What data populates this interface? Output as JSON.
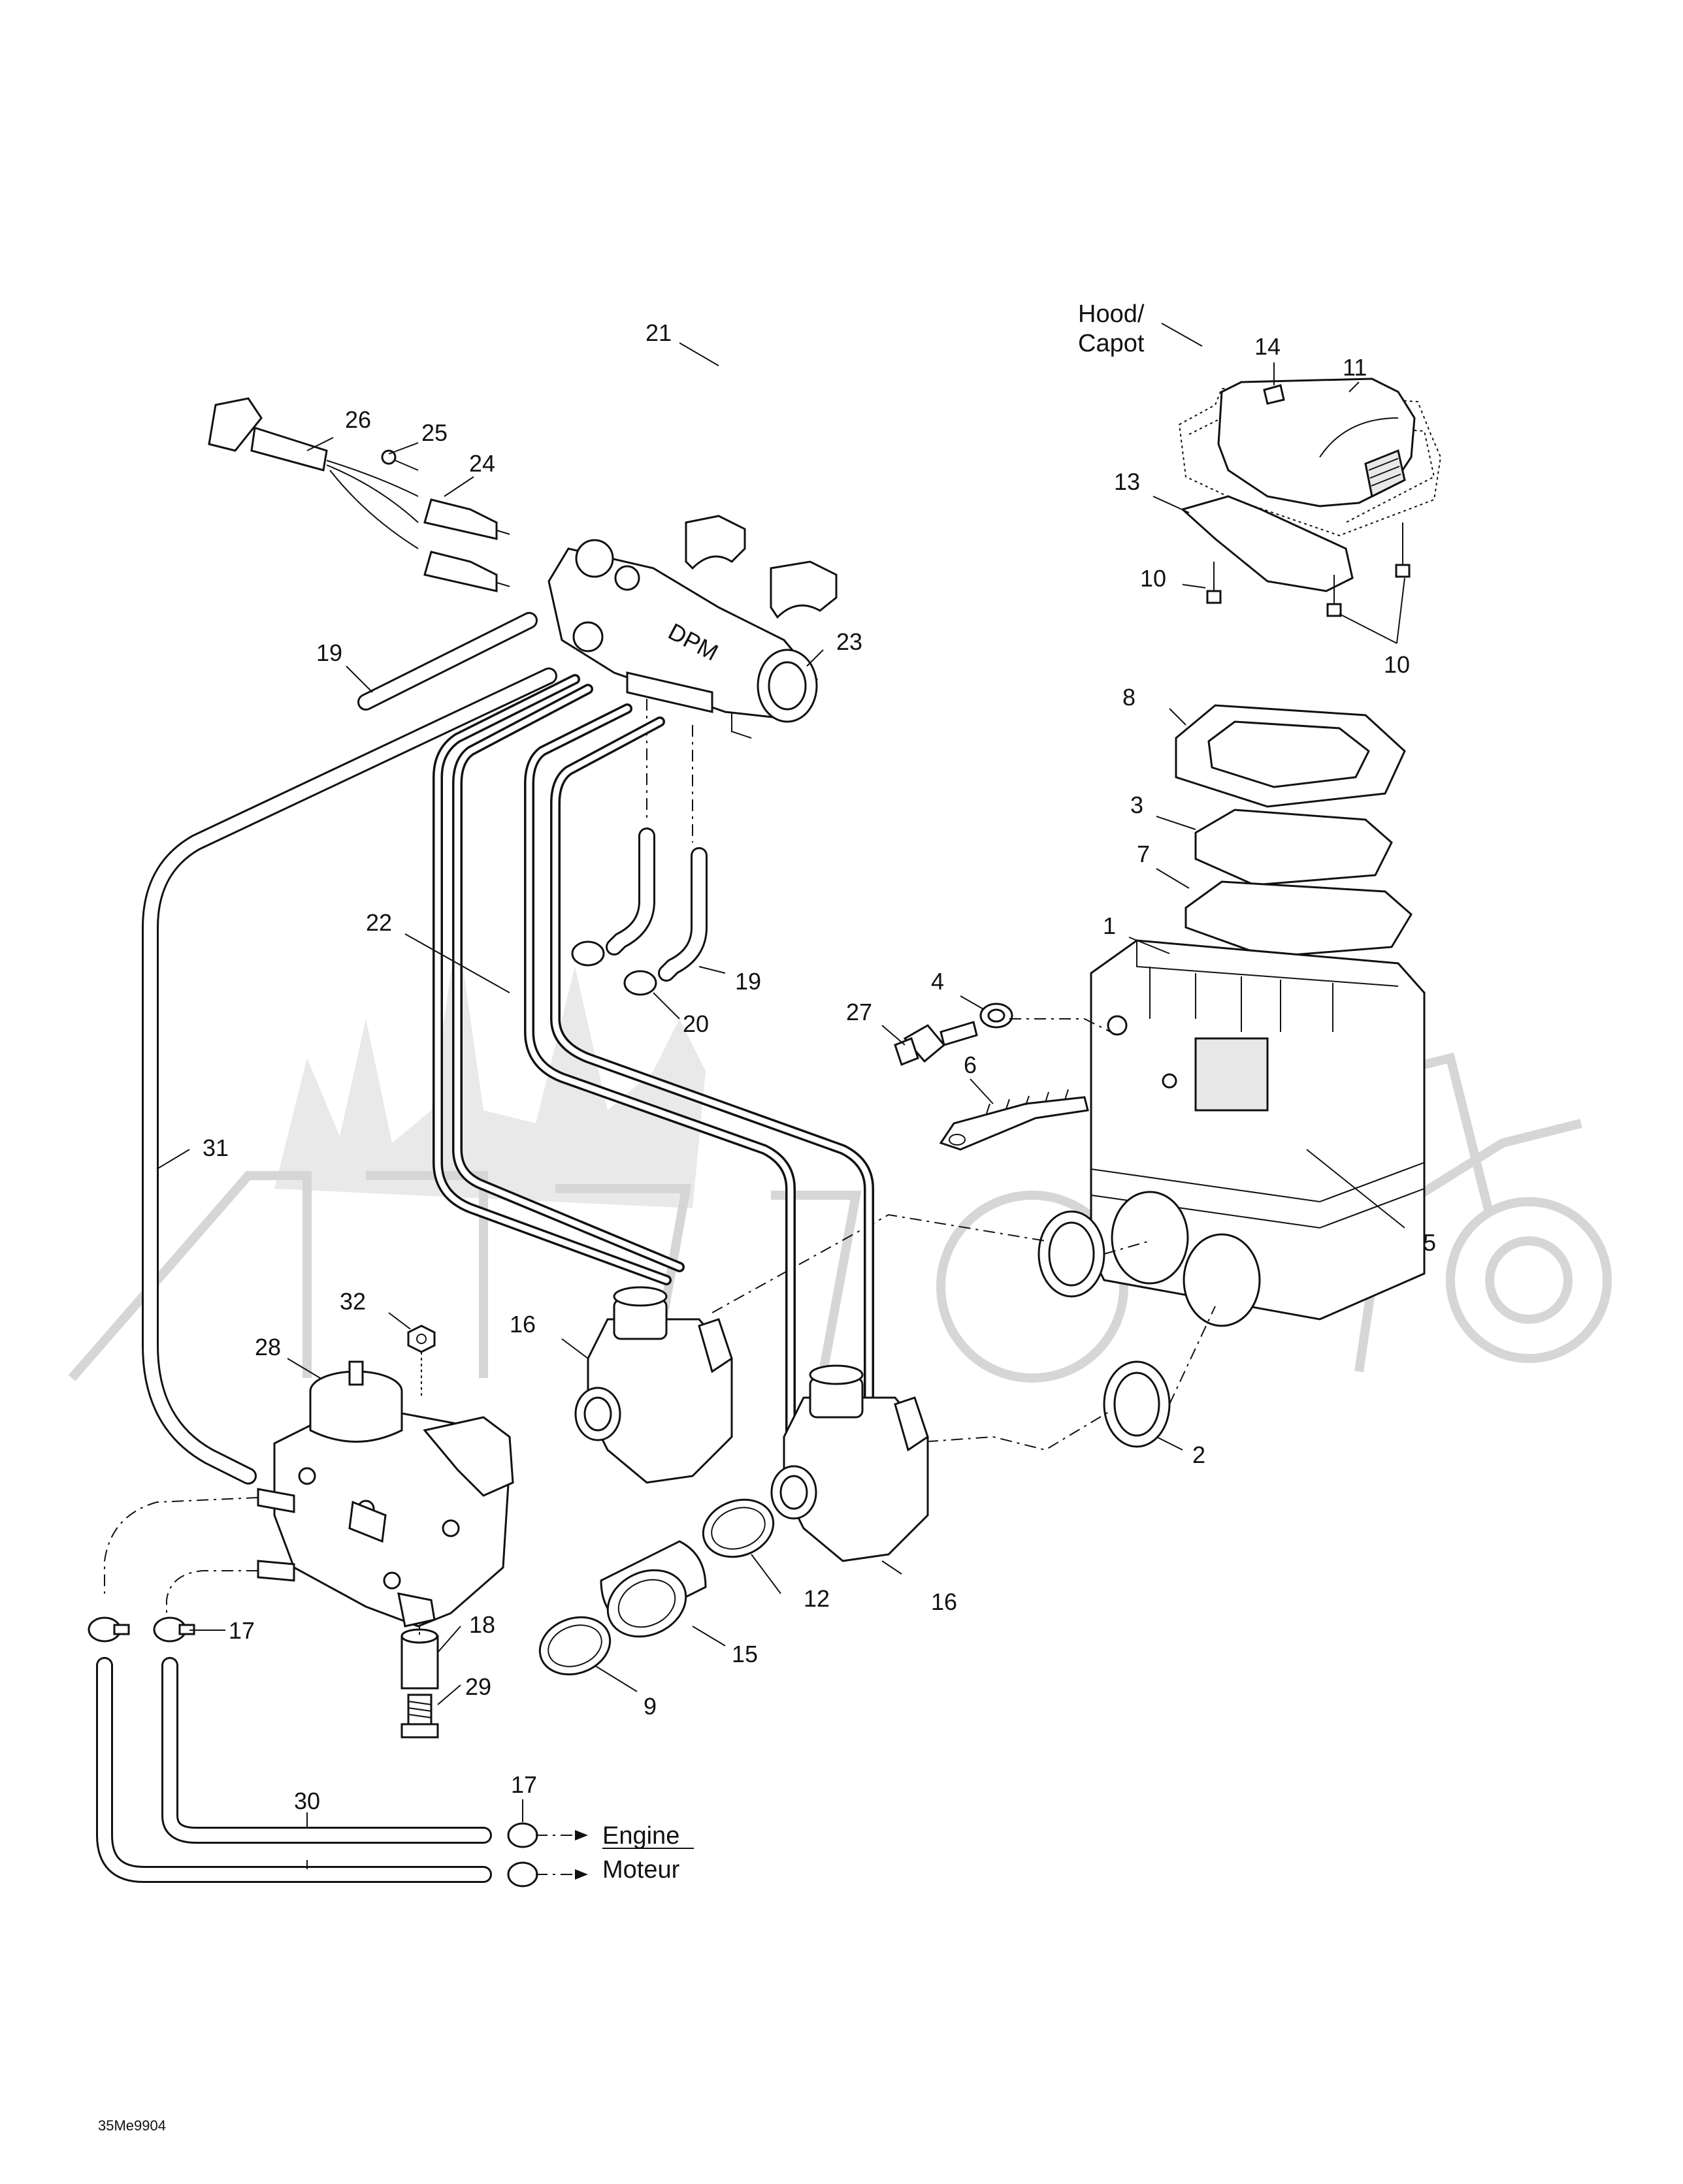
{
  "drawing_code": "35Me9904",
  "callouts": {
    "c1": "1",
    "c2": "2",
    "c3": "3",
    "c4": "4",
    "c5": "5",
    "c6": "6",
    "c7": "7",
    "c8": "8",
    "c9": "9",
    "c10a": "10",
    "c10b": "10",
    "c11": "11",
    "c12": "12",
    "c13": "13",
    "c14": "14",
    "c15": "15",
    "c16a": "16",
    "c16b": "16",
    "c17a": "17",
    "c17b": "17",
    "c18": "18",
    "c19a": "19",
    "c19b": "19",
    "c20": "20",
    "c21": "21",
    "c22": "22",
    "c23": "23",
    "c24": "24",
    "c25": "25",
    "c26": "26",
    "c27": "27",
    "c28": "28",
    "c29": "29",
    "c30": "30",
    "c31": "31",
    "c32": "32"
  },
  "text_labels": {
    "hood_en": "Hood/",
    "hood_fr": "Capot",
    "engine_en": "Engine",
    "engine_fr": "Moteur"
  },
  "rail_marking": "DPM",
  "colors": {
    "ink": "#111111",
    "watermark": "#d6d6d6"
  }
}
